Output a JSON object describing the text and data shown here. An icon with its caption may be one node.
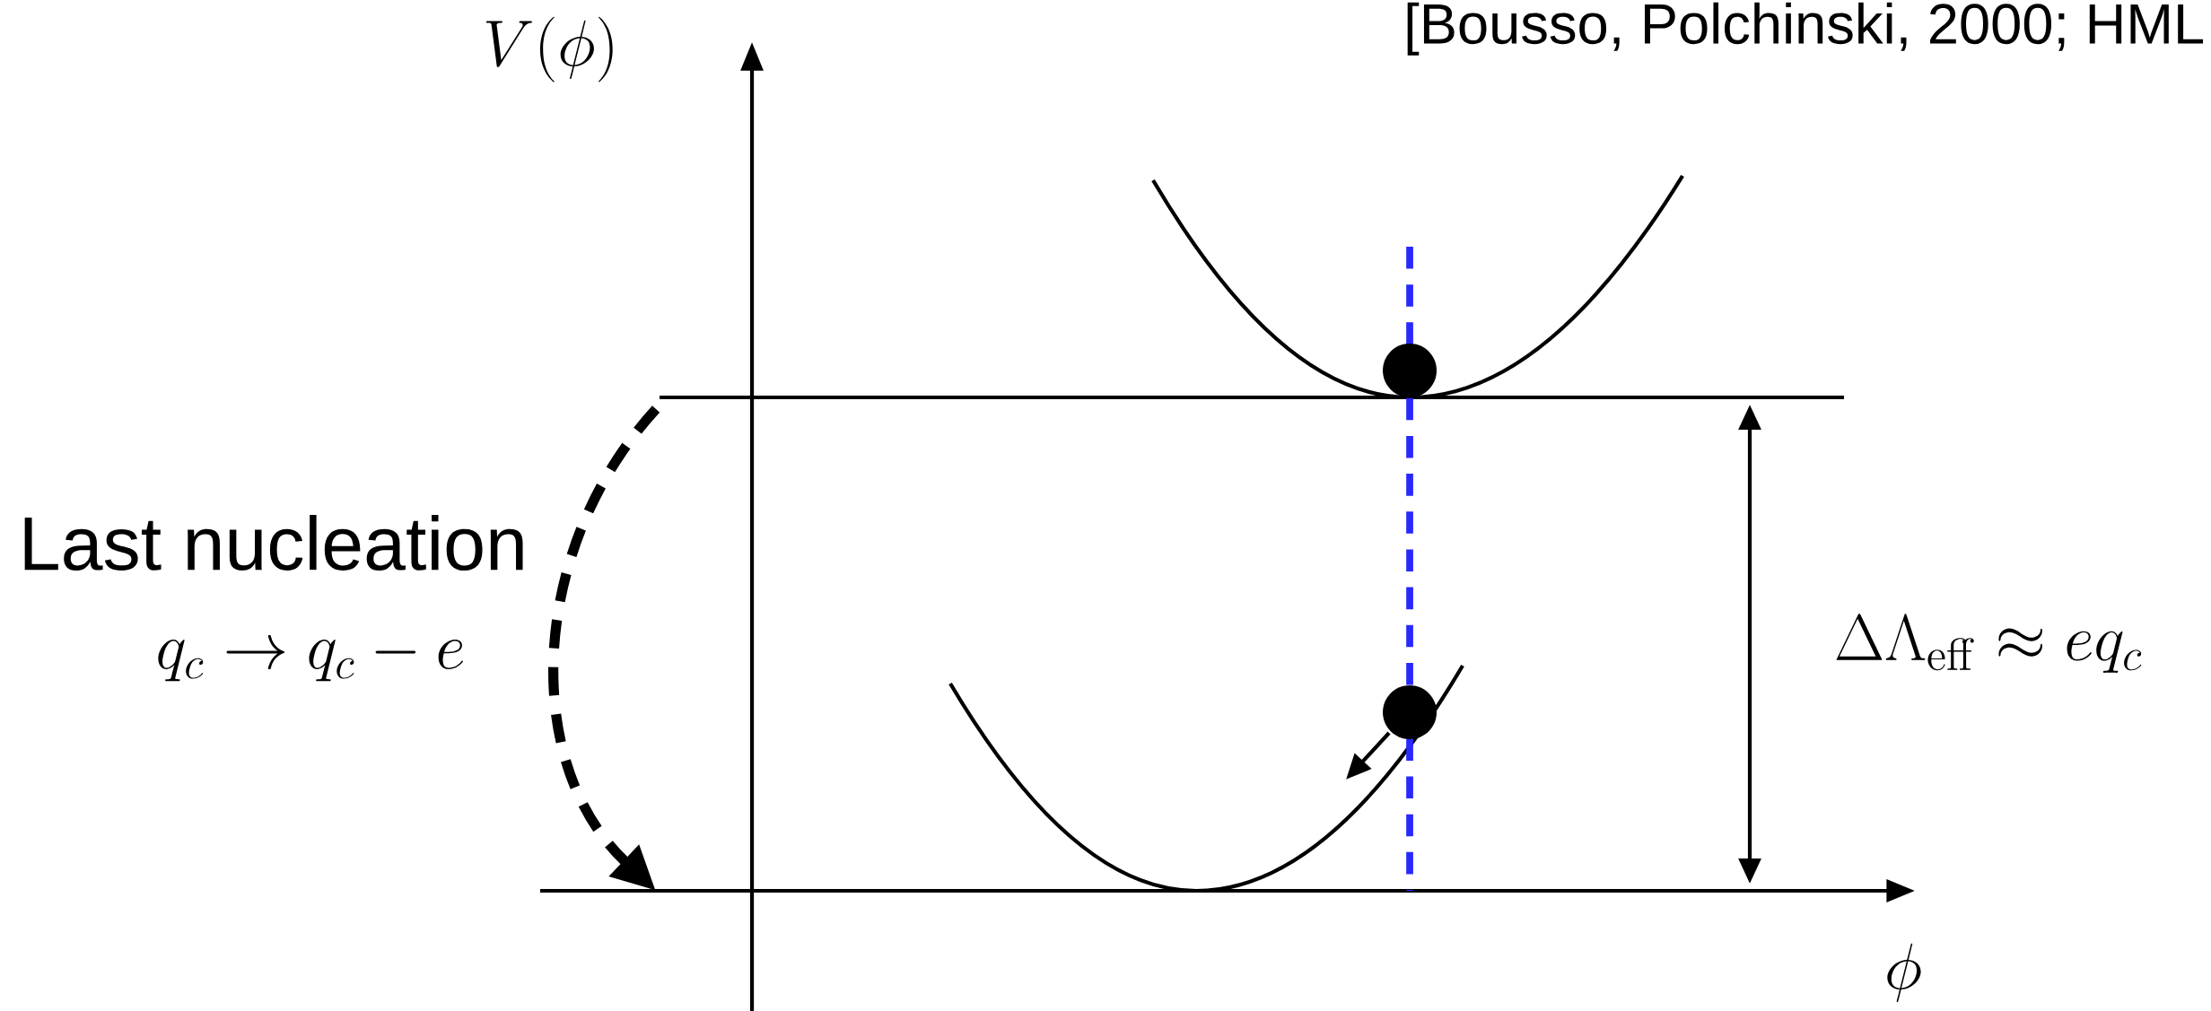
{
  "diagram": {
    "labels": [
      "[Bousso, Polchinski, 2000; HML",
      "V(\\phi)",
      "Last nucleation",
      "q_c \\to q_c - e",
      "\\Delta\\Lambda_{\\rm eff} \\approx e q_c",
      "\\phi"
    ]
  }
}
